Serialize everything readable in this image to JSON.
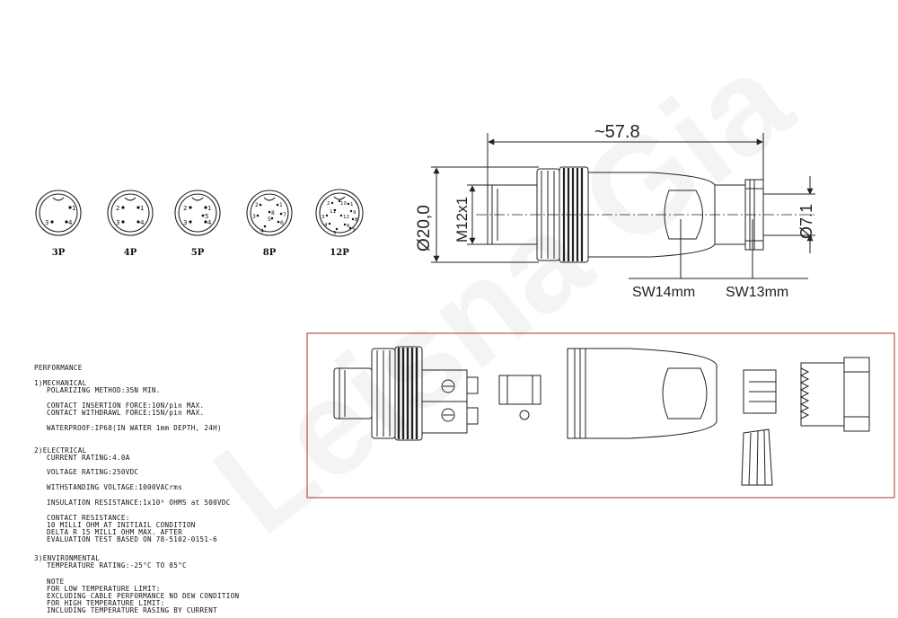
{
  "pin_layouts": [
    "3P",
    "4P",
    "5P",
    "8P",
    "12P"
  ],
  "pins": {
    "p3": [
      "1",
      "3",
      "4"
    ],
    "p4": [
      "2",
      "1",
      "3",
      "4"
    ],
    "p5": [
      "2",
      "1",
      "5",
      "3",
      "4"
    ],
    "p8": [
      "2",
      "1",
      "7",
      "8",
      "6",
      "3",
      "5",
      "4"
    ],
    "p12": [
      "2",
      "10",
      "1",
      "11",
      "9",
      "3",
      "12",
      "8",
      "4",
      "6",
      "7",
      "5"
    ]
  },
  "dimensions": {
    "length": "~57.8",
    "diameter": "Ø20,0",
    "thread": "M12x1",
    "cable": "Ø7.1",
    "wrench1": "SW14mm",
    "wrench2": "SW13mm"
  },
  "watermark": "Leisna Gia",
  "specs": {
    "title": "PERFORMANCE",
    "mechanical": {
      "heading": "1)MECHANICAL",
      "lines": [
        "POLARIZING METHOD:35N MIN.",
        "CONTACT INSERTION FORCE:10N/pin MAX.",
        "CONTACT WITHDRAWL FORCE:15N/pin MAX.",
        "WATERPROOF:IP68(IN WATER 1mm DEPTH, 24H)"
      ]
    },
    "electrical": {
      "heading": "2)ELECTRICAL",
      "lines": [
        "CURRENT RATING:4.0A",
        "VOLTAGE RATING:250VDC",
        "WITHSTANDING VOLTAGE:1000VACrms",
        "INSULATION RESISTANCE:1x10⁸ OHMS at 500VDC",
        "CONTACT RESISTANCE:",
        "10 MILLI OHM AT INITIAIL CONDITION",
        "DELTA R 15 MILLI OHM MAX. AFTER",
        "EVALUATION TEST BASED ON 78-5102-0151-6"
      ]
    },
    "environmental": {
      "heading": "3)ENVIRONMENTAL",
      "lines": [
        "TEMPERATURE RATING:-25°C TO 85°C"
      ]
    },
    "note": {
      "heading": "NOTE",
      "lines": [
        "FOR LOW TEMPERATURE LIMIT:",
        "EXCLUDING CABLE PERFORMANCE NO DEW CONDITION",
        "FOR HIGH TEMPERATURE LIMIT:",
        "INCLUDING TEMPERATURE RASING BY CURRENT"
      ]
    }
  }
}
